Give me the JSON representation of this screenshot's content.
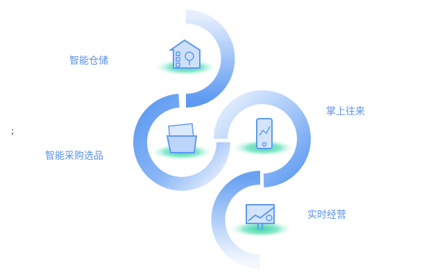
{
  "labels": {
    "warehouse": "智能仓储",
    "mobile": "掌上往来",
    "procurement": "智能采购选品",
    "realtime": "实时经营",
    "stray": ";"
  },
  "colors": {
    "ring": "#5f9cf2",
    "ring_light": "#dce9fd",
    "text": "#5a92e6",
    "base": "#3fd6a6"
  }
}
